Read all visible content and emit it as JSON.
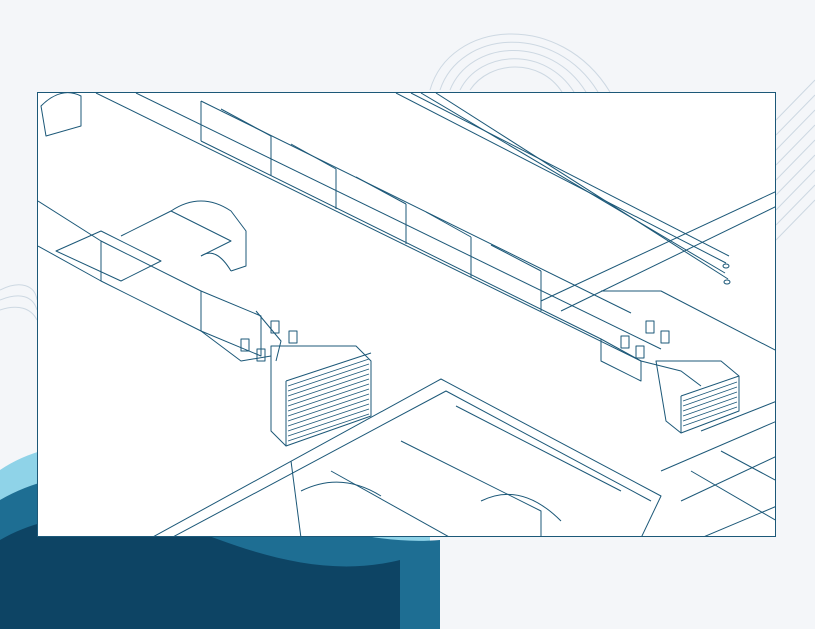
{
  "colors": {
    "line": "#1c5878",
    "wave_dark": "#0d4464",
    "wave_mid": "#1e6e93",
    "wave_light": "#8fd3e8",
    "deco_stroke": "#cdd8e2",
    "page_bg": "#f4f6f9",
    "panel_bg": "#ffffff"
  },
  "diagram": {
    "subject": "isometric-hvac-duct-layout",
    "components": [
      "supply-duct-run",
      "main-trunk-duct",
      "refrigerant-pipes",
      "air-grille",
      "damper-actuator-icon",
      "floor-plan-walls"
    ]
  }
}
